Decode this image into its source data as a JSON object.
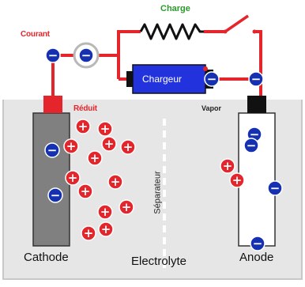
{
  "labels": {
    "courant": "Courant",
    "charge": "Charge",
    "chargeur": "Chargeur",
    "reduit": "Réduit",
    "vapor": "Vapor",
    "separateur": "Séparateur",
    "cathode": "Cathode",
    "electrolyte": "Electrolyte",
    "anode": "Anode"
  },
  "symbols": {
    "plus": "+",
    "minus": "−"
  },
  "colors": {
    "wire": "#e4262c",
    "cathode": "#808080",
    "anode": "#ffffff",
    "electrolyte": "#e6e6e6",
    "charger_body": "#2233dd",
    "charger_cap": "#111111",
    "cation": "#e4262c",
    "electron": "#1530b0",
    "charge_label": "#2a9a2a"
  },
  "icons": [
    "resistor-icon",
    "switch-icon",
    "charger-battery-icon",
    "electron-icon",
    "cation-icon"
  ]
}
